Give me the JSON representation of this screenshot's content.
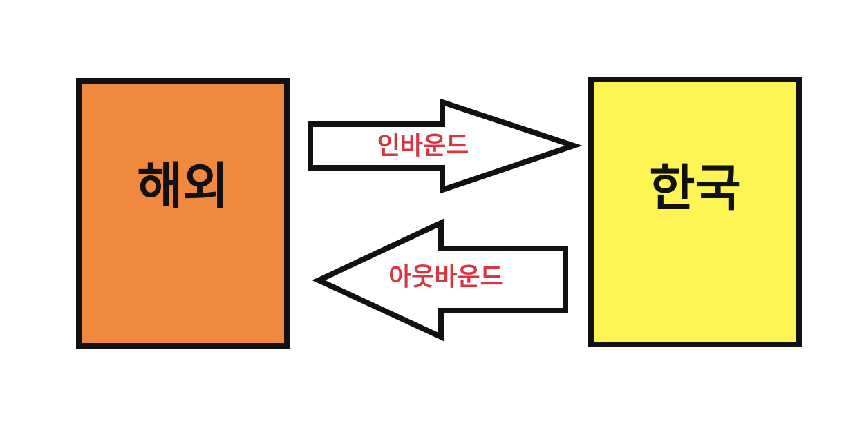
{
  "nodes": {
    "overseas": {
      "label": "해외",
      "fill": "#F0883E"
    },
    "korea": {
      "label": "한국",
      "fill": "#FEF453"
    }
  },
  "edges": {
    "inbound": {
      "label": "인바운드",
      "from": "해외",
      "to": "한국"
    },
    "outbound": {
      "label": "아웃바운드",
      "from": "한국",
      "to": "해외"
    }
  },
  "colors": {
    "stroke": "#111111",
    "arrow_fill": "#ffffff",
    "arrow_label": "#D9343F"
  }
}
